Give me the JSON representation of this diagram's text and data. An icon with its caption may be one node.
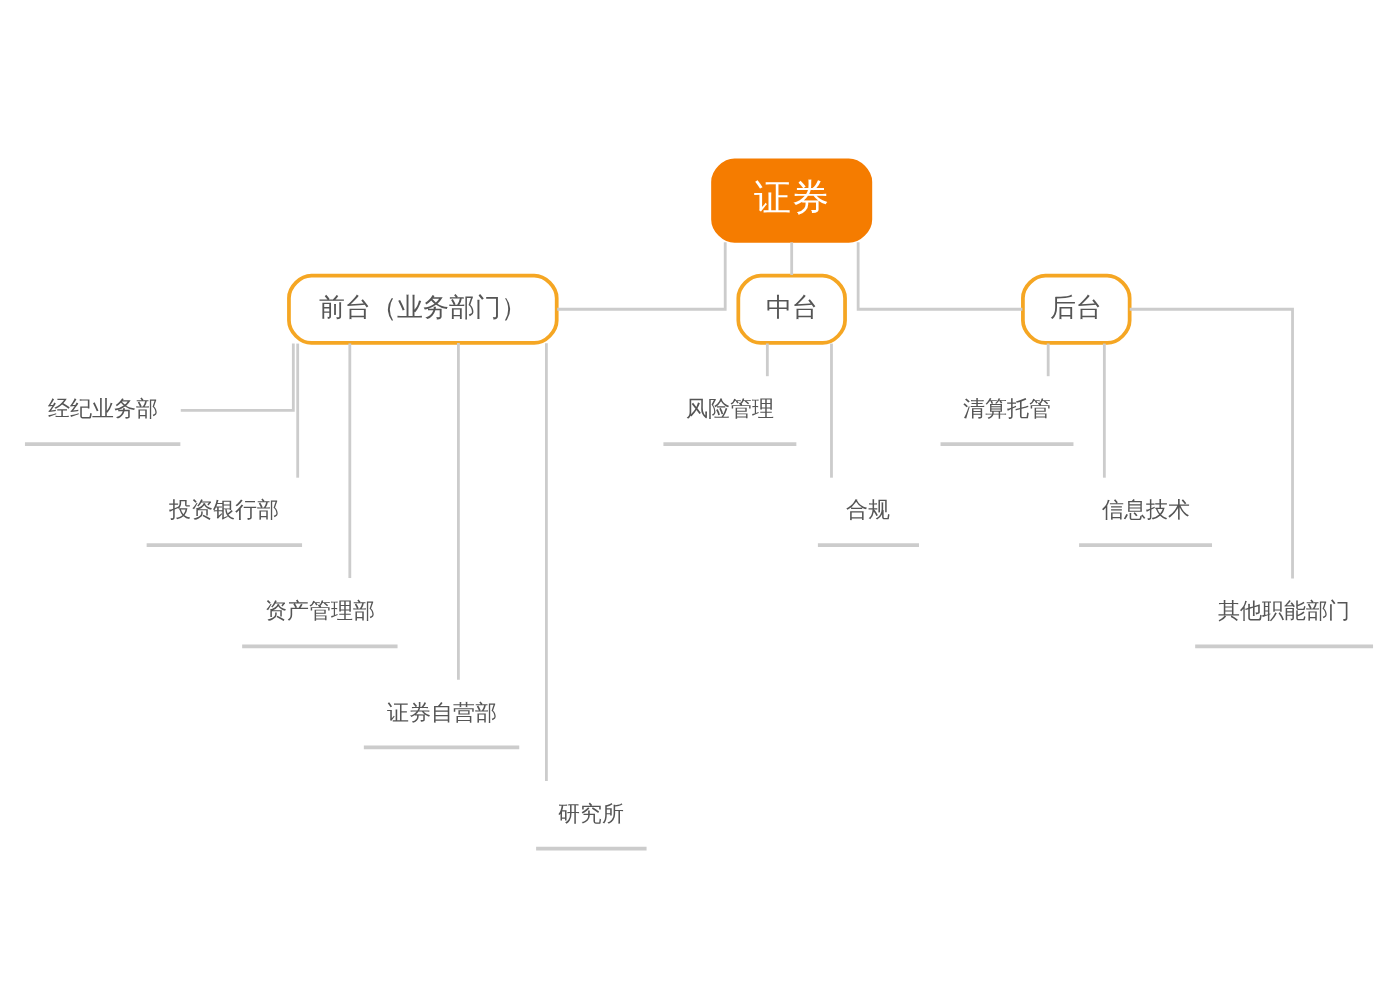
{
  "diagram": {
    "nodes": [
      {
        "text": [
          "证券"
        ]
      },
      {
        "text": [
          "前台（业务部门）"
        ]
      },
      {
        "text": [
          "中台"
        ]
      },
      {
        "text": [
          "后台"
        ]
      },
      {
        "text": [
          "经纪业务部"
        ]
      },
      {
        "text": [
          "投资银行部"
        ]
      },
      {
        "text": [
          "资产管理部"
        ]
      },
      {
        "text": [
          "证券自营部"
        ]
      },
      {
        "text": [
          "研究所"
        ]
      },
      {
        "text": [
          "风险管理"
        ]
      },
      {
        "text": [
          "合规"
        ]
      },
      {
        "text": [
          "清算托管"
        ]
      },
      {
        "text": [
          "信息技术"
        ]
      },
      {
        "text": [
          "其他职能部门"
        ]
      }
    ],
    "edges": [
      {
        "from": 0,
        "to": 1,
        "arrow": "none"
      },
      {
        "from": 0,
        "to": 2,
        "arrow": "none"
      },
      {
        "from": 0,
        "to": 3,
        "arrow": "none"
      },
      {
        "from": 1,
        "to": 4,
        "arrow": "none"
      },
      {
        "from": 1,
        "to": 5,
        "arrow": "none"
      },
      {
        "from": 1,
        "to": 6,
        "arrow": "none"
      },
      {
        "from": 1,
        "to": 7,
        "arrow": "none"
      },
      {
        "from": 1,
        "to": 8,
        "arrow": "none"
      },
      {
        "from": 2,
        "to": 9,
        "arrow": "none"
      },
      {
        "from": 2,
        "to": 10,
        "arrow": "none"
      },
      {
        "from": 3,
        "to": 11,
        "arrow": "none"
      },
      {
        "from": 3,
        "to": 12,
        "arrow": "none"
      },
      {
        "from": 3,
        "to": 13,
        "arrow": "none"
      }
    ]
  }
}
